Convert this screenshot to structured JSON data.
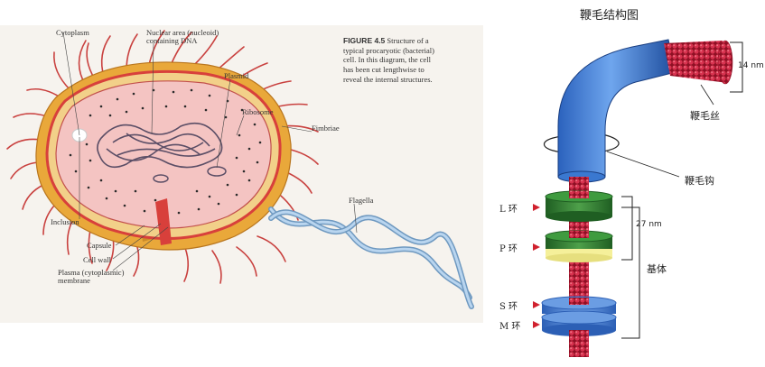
{
  "left_panel": {
    "labels": {
      "cytoplasm": "Cytoplasm",
      "nuclear_area": "Nuclear area (nucleoid)\ncontaining DNA",
      "plasmid": "Plasmid",
      "ribosome": "Ribosome",
      "fimbriae": "Fimbriae",
      "flagella": "Flagella",
      "inclusion": "Inclusion",
      "capsule": "Capsule",
      "cell_wall": "Cell wall",
      "membrane": "Plasma (cytoplasmic)\nmembrane"
    },
    "caption_title": "FIGURE 4.5",
    "caption_lines": [
      "Structure of a",
      "typical procaryotic (bacterial)",
      "cell. In this diagram, the cell",
      "has been cut lengthwise to",
      "reveal the internal structures."
    ]
  },
  "right_panel": {
    "title": "鞭毛结构图",
    "filament": "鞭毛丝",
    "hook": "鞭毛钩",
    "basal_body": "基体",
    "rings": {
      "L": "L 环",
      "P": "P 环",
      "S": "S 环",
      "M": "M 环"
    },
    "measure_14": "14 nm",
    "measure_27": "27 nm"
  },
  "colors": {
    "capsule": "#e9a83a",
    "cell_wall": "#d8403b",
    "cytoplasm": "#f4c4c2",
    "pili": "#c9413f",
    "flagellum": "#8fb9dd",
    "hook_blue": "#2a6cc6",
    "filament_red": "#c21f3a",
    "ring_green": "#2e7a2e",
    "ring_yellow": "#f5f09a",
    "ring_blue": "#3b73c8"
  }
}
